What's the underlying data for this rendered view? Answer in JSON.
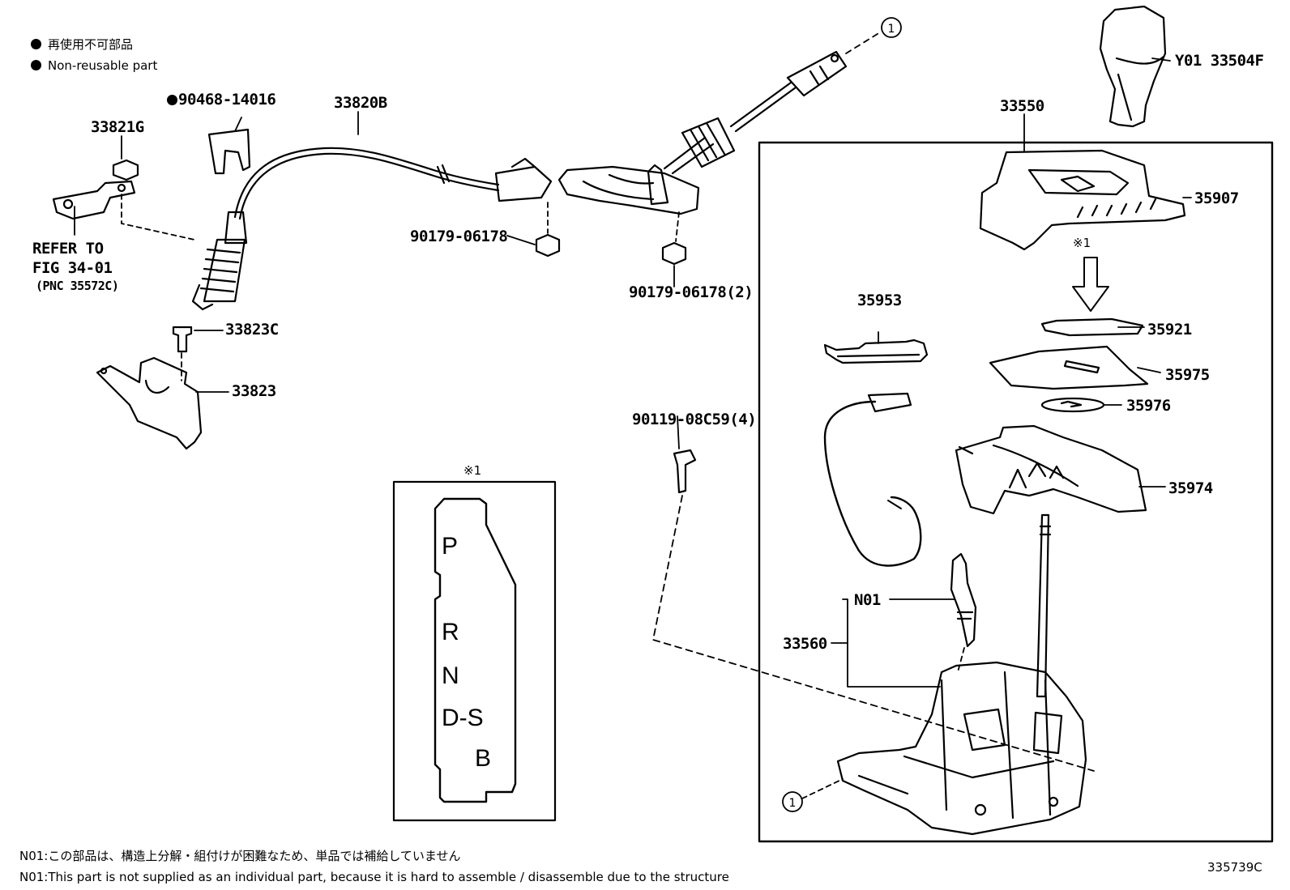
{
  "legend": {
    "line_jp": "再使用不可部品",
    "line_en": "Non-reusable part"
  },
  "labels": {
    "p90468": "90468-14016",
    "p33820B": "33820B",
    "p33821G": "33821G",
    "refer1": "REFER TO",
    "refer2": "FIG 34-01",
    "refer3": "(PNC 35572C)",
    "p33823C": "33823C",
    "p33823": "33823",
    "p90179a": "90179-06178",
    "p90179b": "90179-06178(2)",
    "p90119": "90119-08C59(4)",
    "pY01": "Y01 33504F",
    "p33550": "33550",
    "p35907": "35907",
    "mark1": "※1",
    "p35953": "35953",
    "p35921": "35921",
    "p35975": "35975",
    "p35976": "35976",
    "p35974": "35974",
    "pN01": "N01",
    "p33560": "33560",
    "circle1": "①"
  },
  "gate": {
    "title": "※1",
    "p": "P",
    "r": "R",
    "n": "N",
    "ds": "D-S",
    "b": "B"
  },
  "notes": {
    "jp": "N01:この部品は、構造上分解・組付けが困難なため、単品では補給していません",
    "en": "N01:This part is not supplied as an individual part, because it is hard to assemble / disassemble due to the structure"
  },
  "figure_code": "335739C"
}
